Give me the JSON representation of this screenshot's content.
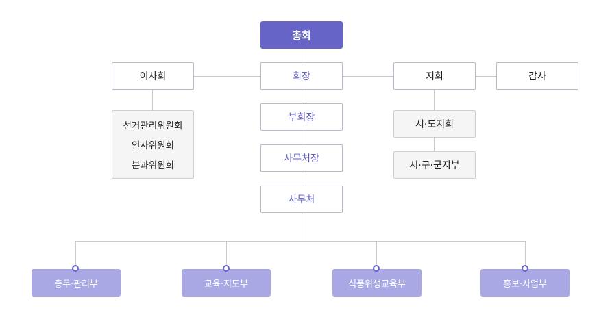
{
  "chart": {
    "general_assembly": "총회",
    "board": "이사회",
    "board_committees": [
      "선거관리위원회",
      "인사위원회",
      "분과위원회"
    ],
    "president": "회장",
    "branch": "지회",
    "audit": "감사",
    "vice_president": "부회장",
    "secretary_general": "사무처장",
    "secretariat": "사무처",
    "regional_branch": "시·도지회",
    "local_branch": "시·구·군지부",
    "departments": [
      "총무·관리부",
      "교육·지도부",
      "식품위생교육부",
      "홍보·사업부"
    ]
  },
  "colors": {
    "primary": "#6664c7",
    "department": "#a9a8e4",
    "line": "#c9c9c9",
    "gray_box": "#f5f5f5"
  }
}
